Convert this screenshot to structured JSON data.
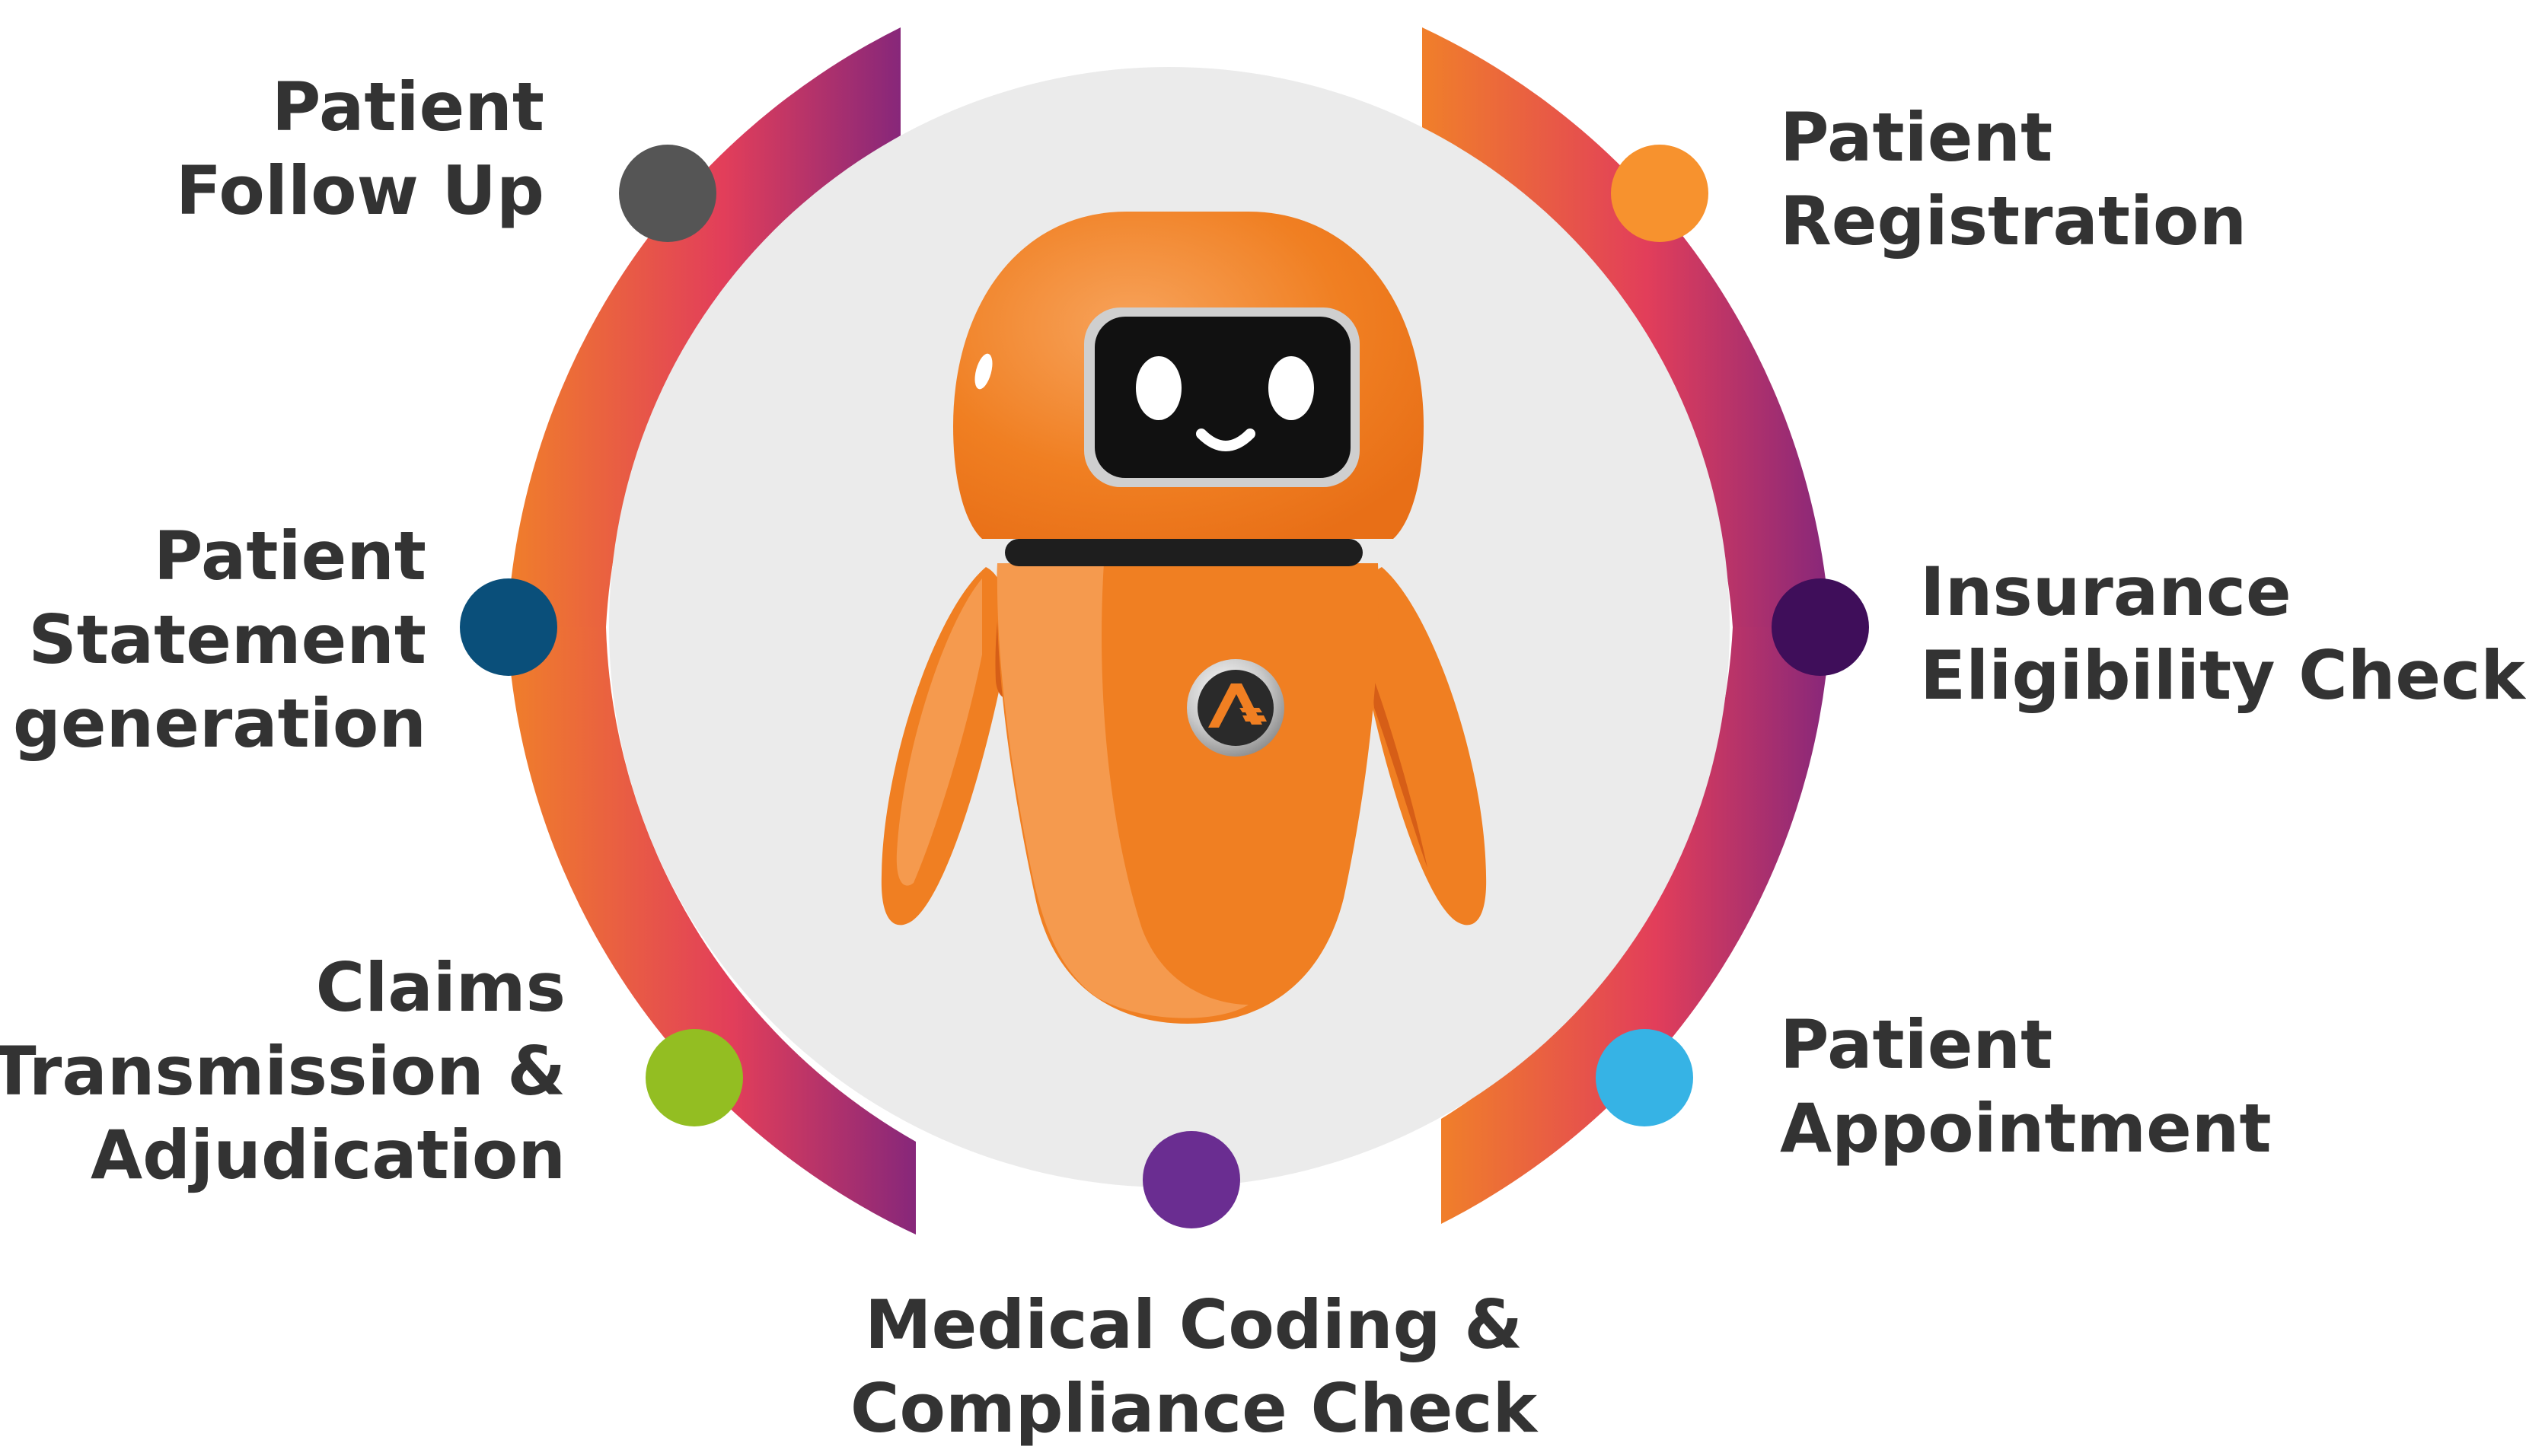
{
  "steps": [
    {
      "id": "patient-follow-up",
      "lines": [
        "Patient",
        "Follow Up"
      ],
      "dot_color": "#555555"
    },
    {
      "id": "patient-registration",
      "lines": [
        "Patient",
        "Registration"
      ],
      "dot_color": "#F7922E"
    },
    {
      "id": "patient-statement-generation",
      "lines": [
        "Patient",
        "Statement",
        "generation"
      ],
      "dot_color": "#0A4F7A"
    },
    {
      "id": "insurance-eligibility-check",
      "lines": [
        "Insurance",
        "Eligibility Check"
      ],
      "dot_color": "#3F0E5A"
    },
    {
      "id": "claims-transmission-adjudication",
      "lines": [
        "Claims",
        "Transmission &",
        "Adjudication"
      ],
      "dot_color": "#93BE22"
    },
    {
      "id": "patient-appointment",
      "lines": [
        "Patient",
        "Appointment"
      ],
      "dot_color": "#36B3E5"
    },
    {
      "id": "medical-coding-compliance-check",
      "lines": [
        "Medical Coding &",
        "Compliance Check"
      ],
      "dot_color": "#6A2D91"
    }
  ],
  "colors": {
    "ring_orange": "#F07F2A",
    "ring_pink": "#E23E5A",
    "ring_purple": "#87277A",
    "inner_circle": "#EBEBEB",
    "robot_body": "#F07F22",
    "robot_highlight": "#F59A4E",
    "robot_shadow": "#D9661A",
    "screen": "#111111",
    "text": "#333333"
  },
  "icons": {
    "robot": "robot-mascot-icon",
    "badge": "brand-logo-badge-icon"
  }
}
